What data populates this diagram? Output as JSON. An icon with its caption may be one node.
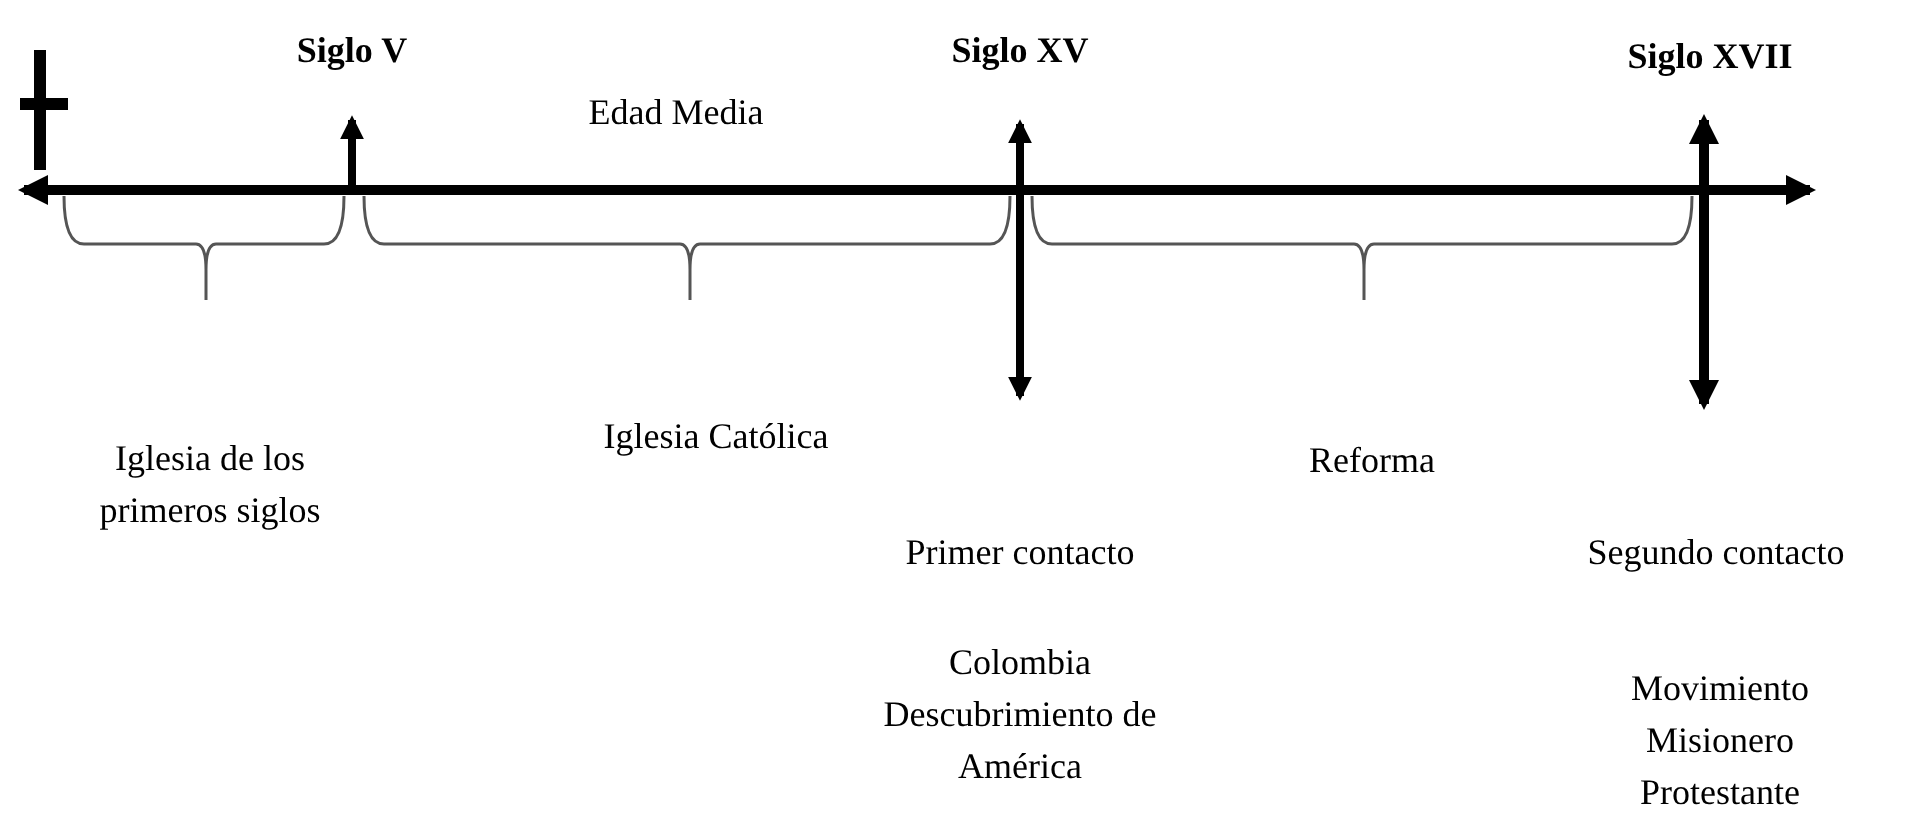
{
  "diagram": {
    "labels": [
      "Siglo V",
      "Siglo XV",
      "Siglo XVII",
      "Edad Media",
      "Iglesia de los primeros siglos",
      "Iglesia Católica",
      "Reforma",
      "Primer contacto",
      "Segundo contacto",
      "Colombia Descubrimiento de América",
      "Movimiento Misionero Protestante"
    ]
  }
}
